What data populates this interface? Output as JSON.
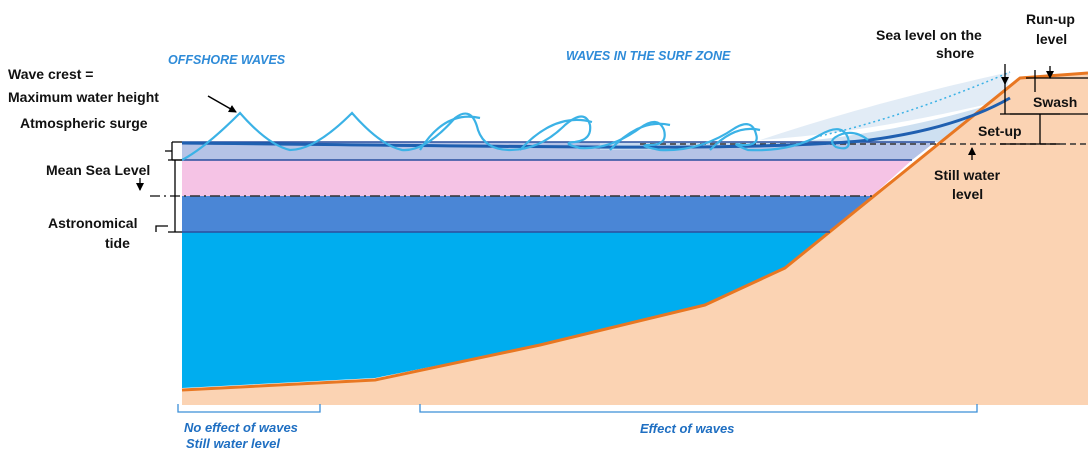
{
  "labels": {
    "offshore_waves": "OFFSHORE WAVES",
    "surf_zone_waves": "WAVES IN THE SURF ZONE",
    "wave_crest_line1": "Wave crest =",
    "wave_crest_line2": "Maximum water height",
    "atmospheric_surge": "Atmospheric surge",
    "mean_sea_level": "Mean Sea Level",
    "astronomical_tide_line1": "Astronomical",
    "astronomical_tide_line2": "tide",
    "sea_level_shore_line1": "Sea level on the",
    "sea_level_shore_line2": "shore",
    "runup_line1": "Run-up",
    "runup_line2": "level",
    "swash": "Swash",
    "setup": "Set-up",
    "still_water_line1": "Still water",
    "still_water_line2": "level",
    "no_effect_line1": "No effect of waves",
    "no_effect_line2": "Still water level",
    "effect_of_waves": "Effect of waves"
  },
  "colors": {
    "deep_water": "#00adef",
    "tide_band": "#4a86d6",
    "msl_band": "#f5c3e5",
    "surge_band": "#b5c3e6",
    "shore_sand": "#fbd3b3",
    "shore_outline": "#e87722",
    "wave_line": "#3bb2e6",
    "setup_line": "#1f5fb0",
    "label_blue": "#2e8bd8",
    "label_black": "#111111"
  }
}
